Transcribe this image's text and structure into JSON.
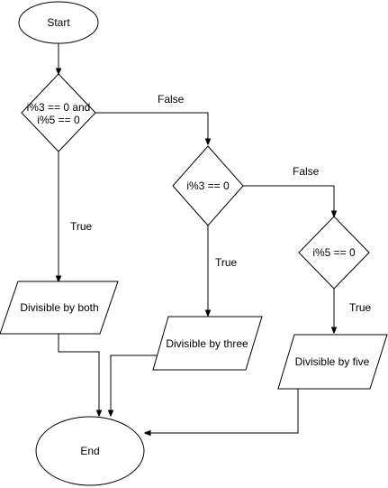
{
  "flowchart": {
    "start": "Start",
    "end": "End",
    "decision_both_line1": "i%3 == 0 and",
    "decision_both_line2": "i%5 == 0",
    "decision_three": "i%3 == 0",
    "decision_five": "i%5 == 0",
    "output_both": "Divisible by both",
    "output_three": "Divisible by three",
    "output_five": "Divisible by five",
    "edge_both_false": "False",
    "edge_both_true": "True",
    "edge_three_false": "False",
    "edge_three_true": "True",
    "edge_five_true": "True"
  }
}
